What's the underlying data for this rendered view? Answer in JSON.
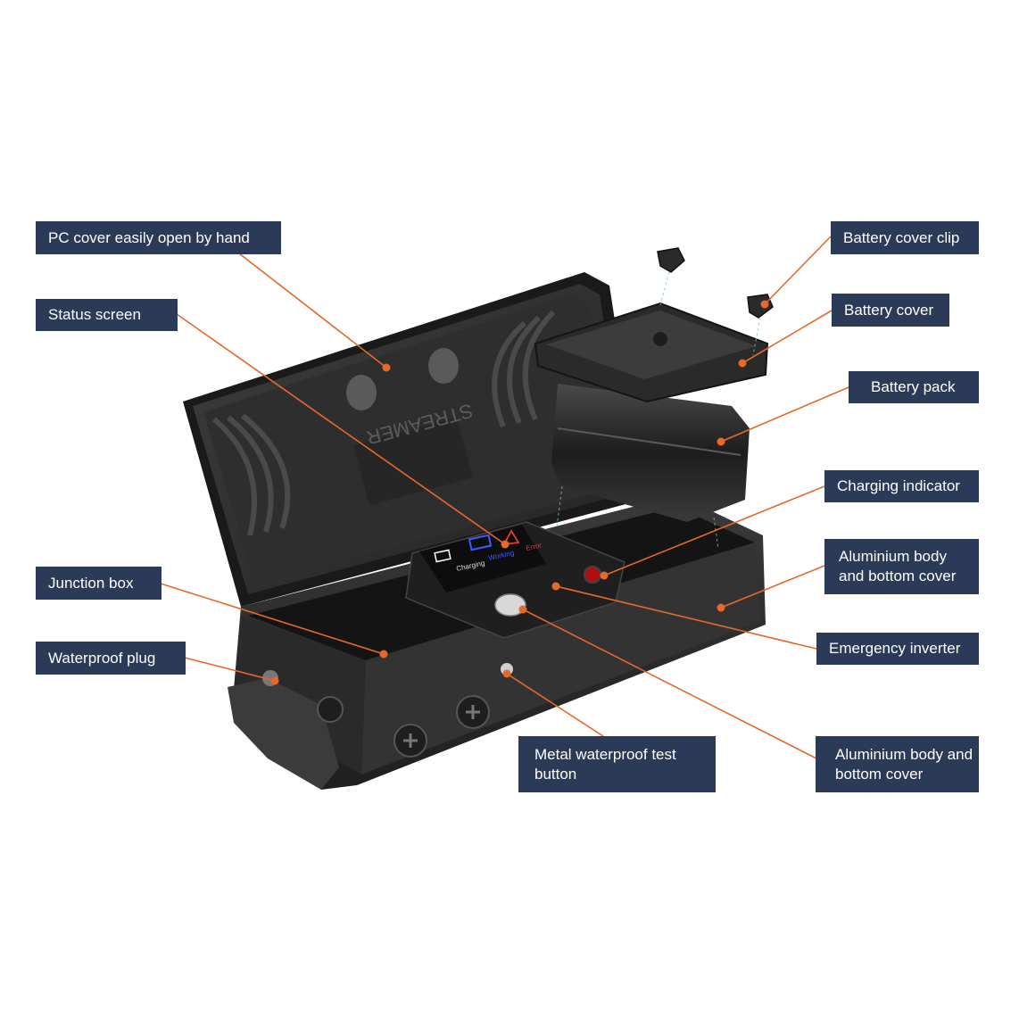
{
  "labels": {
    "pc_cover": "PC cover easily open by hand",
    "status_screen": "Status screen",
    "junction_box": "Junction box",
    "waterproof_plug": "Waterproof plug",
    "battery_cover_clip": "Battery cover clip",
    "battery_cover": "Battery cover",
    "battery_pack": "Battery pack",
    "charging_indicator": "Charging indicator",
    "aluminium_body_1": "Aluminium body and bottom cover",
    "emergency_inverter": "Emergency inverter",
    "test_button": "Metal waterproof test button",
    "aluminium_body_2": "Aluminium body and bottom cover"
  },
  "device": {
    "brand_mark": "STREAMER",
    "screen_items": [
      "Charging",
      "Working",
      "Error"
    ]
  },
  "colors": {
    "label_bg": "#2b3a57",
    "label_text": "#ffffff",
    "leader": "#e4692a",
    "body": "#2c2c2c",
    "background": "#ffffff"
  }
}
